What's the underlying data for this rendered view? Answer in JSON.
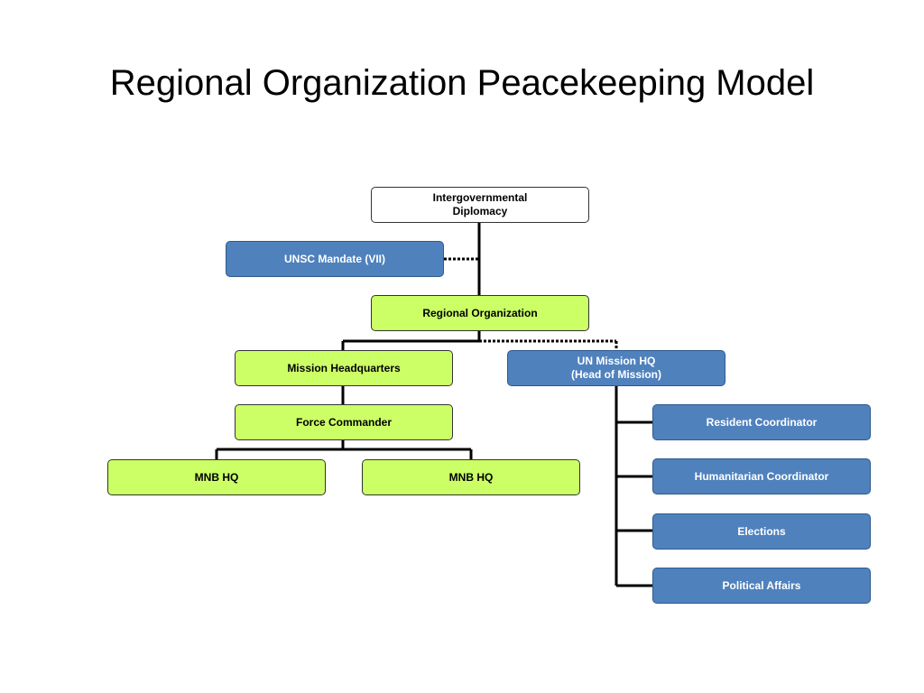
{
  "title": "Regional Organization Peacekeeping Model",
  "colors": {
    "green_fill": "#ccff66",
    "blue_fill": "#4f81bd",
    "white_fill": "#ffffff",
    "line": "#000000"
  },
  "nodes": {
    "intergovernmental": "Intergovernmental\nDiplomacy",
    "unsc": "UNSC Mandate (VII)",
    "regional": "Regional Organization",
    "mission_hq": "Mission Headquarters",
    "un_mission": "UN Mission HQ\n(Head of Mission)",
    "force_commander": "Force Commander",
    "mnb_1": "MNB HQ",
    "mnb_2": "MNB HQ",
    "resident": "Resident Coordinator",
    "humanitarian": "Humanitarian Coordinator",
    "elections": "Elections",
    "political": "Political Affairs"
  }
}
